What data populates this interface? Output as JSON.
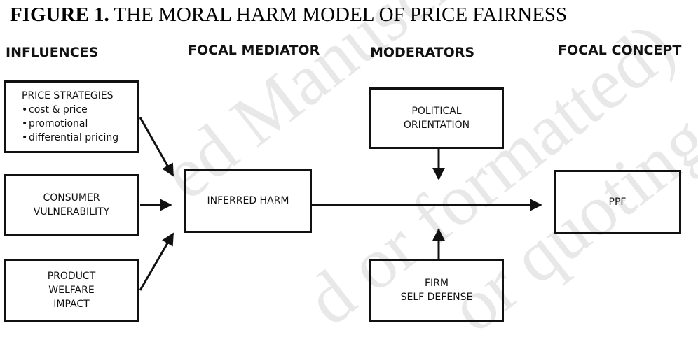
{
  "title": {
    "bold_part": "FIGURE 1.",
    "rest": " THE MORAL HARM MODEL OF PRICE FAIRNESS"
  },
  "headings": {
    "influences": "INFLUENCES",
    "focal_mediator": "FOCAL MEDIATOR",
    "moderators": "MODERATORS",
    "focal_concept": "FOCAL CONCEPT"
  },
  "boxes": {
    "price_strategies": {
      "title": "PRICE STRATEGIES",
      "items": [
        "cost & price",
        "promotional",
        "differential pricing"
      ]
    },
    "consumer_vulnerability": {
      "line1": "CONSUMER",
      "line2": "VULNERABILITY"
    },
    "product_welfare": {
      "line1": "PRODUCT",
      "line2": "WELFARE",
      "line3": "IMPACT"
    },
    "inferred_harm": {
      "label": "INFERRED HARM"
    },
    "political_orientation": {
      "line1": "POLITICAL",
      "line2": "ORIENTATION"
    },
    "firm_self_defense": {
      "line1": "FIRM",
      "line2": "SELF DEFENSE"
    },
    "ppf": {
      "label": "PPF"
    }
  },
  "watermark": {
    "line1": "ed Manuscript",
    "line2": "d or formatted)",
    "line3": "or quoting"
  },
  "colors": {
    "stroke": "#111111",
    "watermark": "#000000"
  }
}
